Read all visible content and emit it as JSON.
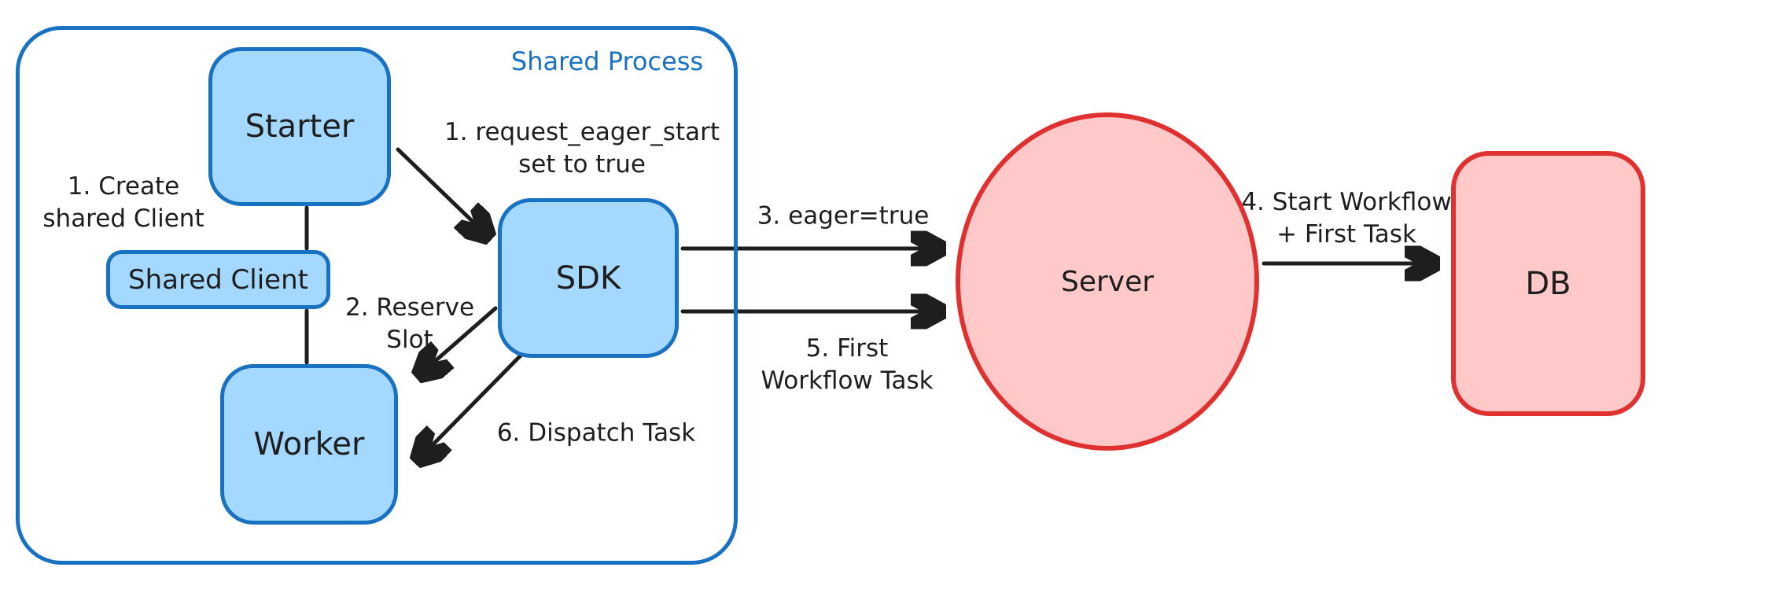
{
  "diagram": {
    "container": {
      "title": "Shared Process"
    },
    "nodes": {
      "starter": {
        "label": "Starter"
      },
      "shared_client": {
        "label": "Shared Client"
      },
      "worker": {
        "label": "Worker"
      },
      "sdk": {
        "label": "SDK"
      },
      "server": {
        "label": "Server"
      },
      "db": {
        "label": "DB"
      }
    },
    "annotations": {
      "create_shared_client": "1. Create\nshared Client",
      "request_eager_start": "1. request_eager_start\nset to true",
      "reserve_slot": "2. Reserve\nSlot",
      "eager_true": "3. eager=true",
      "start_workflow": "4. Start Workflow\n+ First Task",
      "first_workflow_task": "5. First\nWorkflow Task",
      "dispatch_task": "6. Dispatch Task"
    },
    "colors": {
      "ink": "#1e1e1e",
      "blue_stroke": "#1971c2",
      "blue_fill": "#a5d8ff",
      "red_stroke": "#e03131",
      "red_fill": "#ffc9c9"
    }
  }
}
